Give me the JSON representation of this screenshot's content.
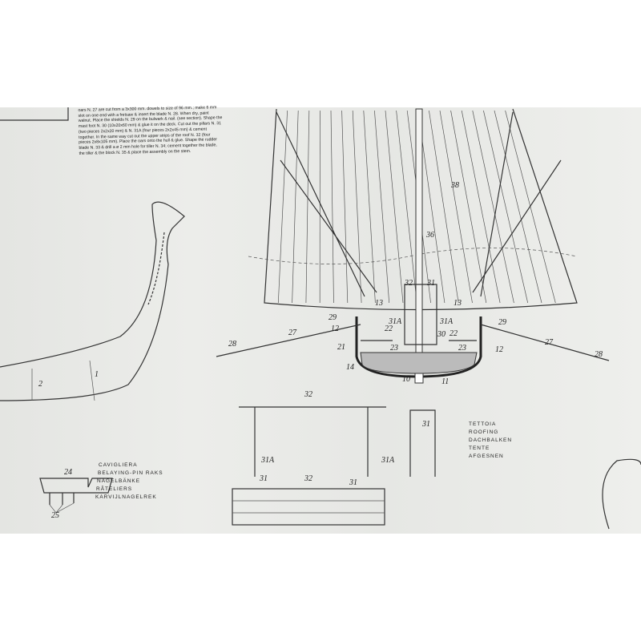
{
  "instructions": "oars N. 27 are cut from a 3x300 mm. dowels to size of 96 mm.; make 6 mm slot on one end with a fretsaw & insert the blade N. 28. When dry, paint walnut. Place the shields N. 29 on the bulwark & nail. (see section). Shape the mast foot N. 30 (10x20x60 mm) & glue it on the deck. Cut out the pillars N. 31 (two pieces 2x2x20 mm) & N. 31A (four pieces 2x2x45 mm) & cement together. In the same way cut out the upper strips of the roof N. 32 (four pieces 2x8x105 mm). Place the oars onto the hull & glue. Shape the rudder blade N. 33 & drill a ø 2 mm hole for tiller N. 34; cement together the blade, the tiller & the block N. 35 & place the assembly on the stem.",
  "section_labels": {
    "l32": "32",
    "l31": "31",
    "l13a": "13",
    "l13b": "13",
    "l31Aa": "31A",
    "l31Ab": "31A",
    "l29a": "29",
    "l29b": "29",
    "l12a": "12",
    "l12b": "12",
    "l22a": "22",
    "l22b": "22",
    "l27a": "27",
    "l27b": "27",
    "l28a": "28",
    "l28b": "28",
    "l21": "21",
    "l23a": "23",
    "l23b": "23",
    "l30": "30",
    "l14": "14",
    "l10": "10",
    "l11": "11",
    "l36": "36",
    "l38": "38"
  },
  "hull_labels": {
    "l2": "2",
    "l1": "1"
  },
  "roof_labels": {
    "l32": "32",
    "l31": "31",
    "l31Aa": "31A",
    "l31Ab": "31A",
    "p31a": "31",
    "p32": "32",
    "p31b": "31"
  },
  "roofing_caption": [
    "TETTOIA",
    "ROOFING",
    "DACHBALKEN",
    "TENTE",
    "AFGESNEN"
  ],
  "rack_labels": {
    "l24": "24",
    "l25": "25"
  },
  "rack_caption": [
    "CAVIGLIERA",
    "BELAYING-PIN RAKS",
    "NAGELBÄNKE",
    "RÂTELIERS",
    "KARVIJLNAGELREK"
  ]
}
